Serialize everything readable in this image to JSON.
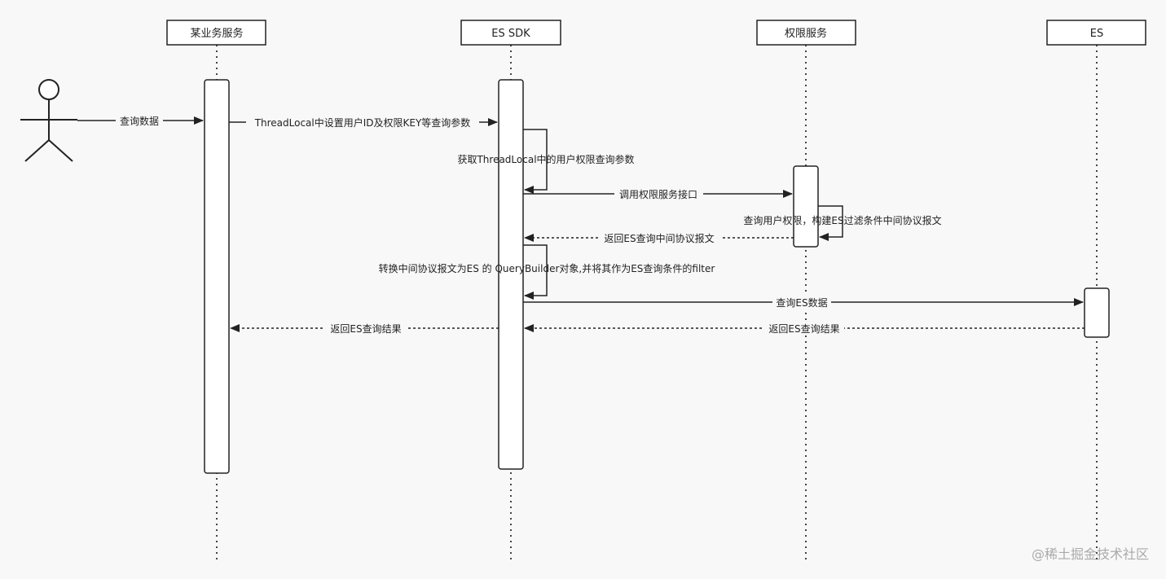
{
  "participants": [
    {
      "id": "svc",
      "label": "某业务服务"
    },
    {
      "id": "sdk",
      "label": "ES SDK"
    },
    {
      "id": "auth",
      "label": "权限服务"
    },
    {
      "id": "es",
      "label": "ES"
    }
  ],
  "messages": [
    {
      "id": "m1",
      "label": "查询数据"
    },
    {
      "id": "m2",
      "label": "ThreadLocal中设置用户ID及权限KEY等查询参数"
    },
    {
      "id": "m3",
      "label": "获取ThreadLocal中的用户权限查询参数"
    },
    {
      "id": "m4",
      "label": "调用权限服务接口"
    },
    {
      "id": "m5",
      "label": "查询用户权限，构建ES过滤条件中间协议报文"
    },
    {
      "id": "m6",
      "label": "返回ES查询中间协议报文"
    },
    {
      "id": "m7",
      "label": "转换中间协议报文为ES 的 QueryBuilder对象,并将其作为ES查询条件的filter"
    },
    {
      "id": "m8",
      "label": "查询ES数据"
    },
    {
      "id": "m9",
      "label": "返回ES查询结果"
    },
    {
      "id": "m10",
      "label": "返回ES查询结果"
    }
  ],
  "watermark": "@稀土掘金技术社区"
}
